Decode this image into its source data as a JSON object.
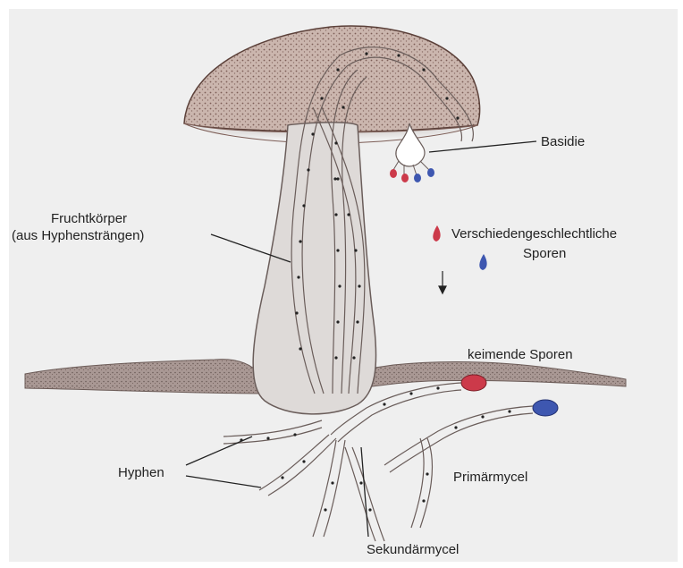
{
  "labels": {
    "basidie": "Basidie",
    "fruchtkoerper_line1": "Fruchtkörper",
    "fruchtkoerper_line2": "(aus Hyphensträngen)",
    "sporen_line1": "Verschiedengeschlechtliche",
    "sporen_line2": "Sporen",
    "keimende_sporen": "keimende Sporen",
    "hyphen": "Hyphen",
    "primaermycel": "Primärmycel",
    "sekundaermycel": "Sekundärmycel"
  },
  "colors": {
    "cap": "#b69a90",
    "cap_edge": "#6d4f49",
    "stem": "#dcd6d3",
    "soil": "#8f7c77",
    "spore_red": "#cc3a4a",
    "spore_blue": "#3e57b0",
    "hypha_fill": "#ffffff",
    "hypha_stroke": "#6a5d5a"
  }
}
